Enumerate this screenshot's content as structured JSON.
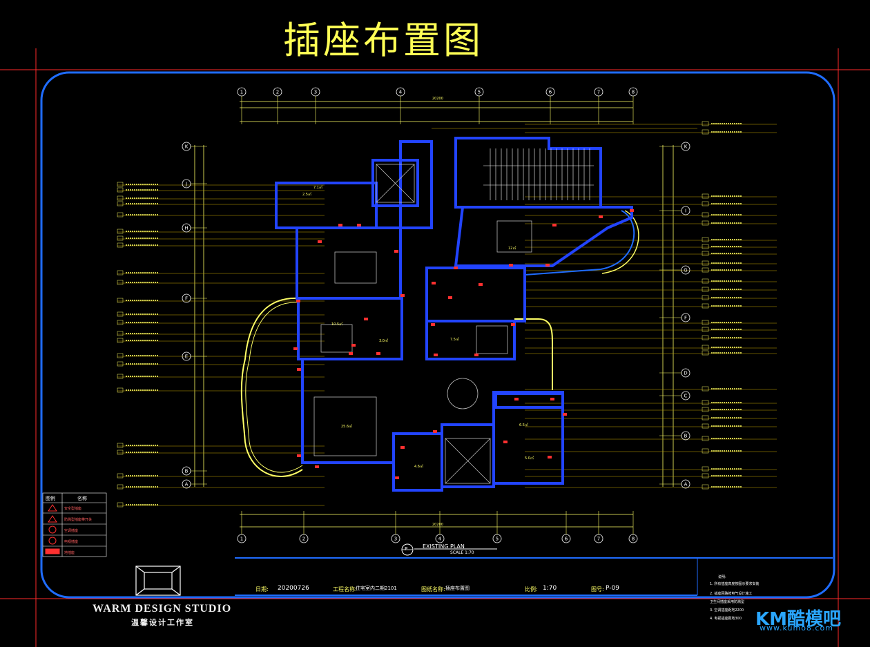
{
  "drawing": {
    "title": "插座布置图",
    "plan_title": "EXISTING PLAN",
    "plan_scale": "SCALE 1:70",
    "plan_marker": "P",
    "grid_top": [
      "1",
      "2",
      "3",
      "4",
      "5",
      "6",
      "7",
      "8"
    ],
    "grid_bottom": [
      "1",
      "2",
      "3",
      "4",
      "5",
      "6",
      "7",
      "8"
    ],
    "grid_left": [
      "K",
      "J",
      "H",
      "F",
      "E",
      "B",
      "A"
    ],
    "grid_right": [
      "K",
      "I",
      "G",
      "F",
      "D",
      "C",
      "B",
      "A"
    ],
    "total_dim_top": "20200",
    "total_dim_bottom": "20200",
    "room_labels": [
      "2.5㎡",
      "7.1㎡",
      "12㎡",
      "10.5㎡",
      "3.0㎡",
      "7.5㎡",
      "25.6㎡",
      "6.5㎡",
      "5.0㎡",
      "4.6㎡"
    ]
  },
  "legend": {
    "header_left": "图例",
    "header_right": "名称",
    "items": [
      "安全型插座",
      "防溅型插座带开关",
      "空调插座",
      "电视插座",
      "地插座"
    ]
  },
  "title_block": {
    "studio_name": "WARM DESIGN STUDIO",
    "studio_cn": "温馨设计工作室",
    "date_label": "日期:",
    "date": "20200726",
    "project_label": "工程名称:",
    "project": "住宅室内二期2101",
    "drawing_label": "图纸名称:",
    "drawing_name": "插座布置图",
    "scale_label": "比例:",
    "scale": "1:70",
    "number_label": "图号:",
    "number": "P-09",
    "notes_header": "说明:",
    "notes": [
      "1. 所有插座高度按图示要求安装",
      "2. 插座回路按电气设计施工",
      "  卫生间插座采用防溅型",
      "3. 空调插座距地2200",
      "4. 电视插座距地300"
    ]
  },
  "watermark": {
    "brand": "KM酷模吧",
    "url": "www.kumo8.com"
  },
  "colors": {
    "frame": "#1f6cff",
    "wall": "#2244ff",
    "dim": "#ffff66",
    "leader": "#c8a800",
    "socket": "#ff3030"
  }
}
